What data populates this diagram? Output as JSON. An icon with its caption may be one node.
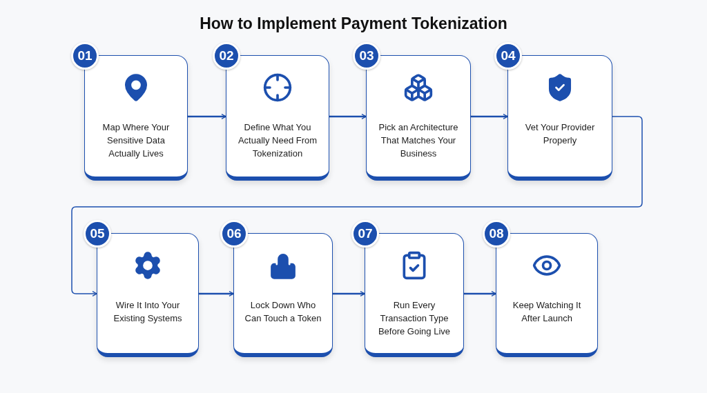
{
  "diagram": {
    "title": "How to Implement Payment Tokenization",
    "nodes": [
      {
        "text": [
          "01",
          "Map Where Your Sensitive Data Actually Lives"
        ]
      },
      {
        "text": [
          "02",
          "Define What You Actually Need From Tokenization"
        ]
      },
      {
        "text": [
          "03",
          "Pick an Architecture That Matches Your Business"
        ]
      },
      {
        "text": [
          "04",
          "Vet Your Provider Properly"
        ]
      },
      {
        "text": [
          "05",
          "Wire It Into Your Existing Systems"
        ]
      },
      {
        "text": [
          "06",
          "Lock Down Who Can Touch a Token"
        ]
      },
      {
        "text": [
          "07",
          "Run Every Transaction Type Before Going Live"
        ]
      },
      {
        "text": [
          "08",
          "Keep Watching It After Launch"
        ]
      }
    ],
    "edges": [
      {
        "from": 0,
        "to": 1,
        "arrow": "to"
      },
      {
        "from": 1,
        "to": 2,
        "arrow": "to"
      },
      {
        "from": 2,
        "to": 3,
        "arrow": "to"
      },
      {
        "from": 3,
        "to": 4,
        "arrow": "to"
      },
      {
        "from": 4,
        "to": 5,
        "arrow": "to"
      },
      {
        "from": 5,
        "to": 6,
        "arrow": "to"
      },
      {
        "from": 6,
        "to": 7,
        "arrow": "to"
      }
    ]
  }
}
